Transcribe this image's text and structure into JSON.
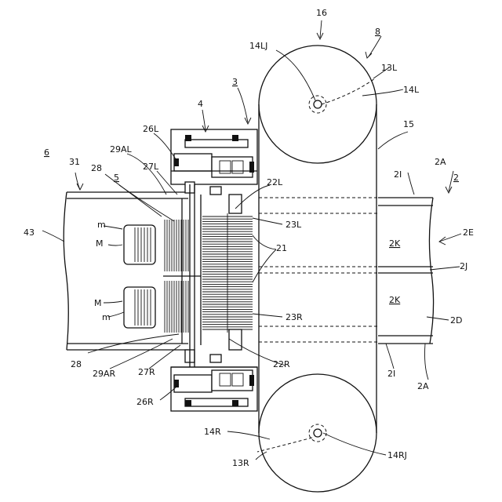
{
  "labels": {
    "l16": "16",
    "l8": "8",
    "l14LJ": "14LJ",
    "l13L": "13L",
    "l14L": "14L",
    "l3": "3",
    "l4": "4",
    "l15": "15",
    "l26L": "26L",
    "l29AL": "29AL",
    "l27L": "27L",
    "l6": "6",
    "l31": "31",
    "l28top": "28",
    "l5": "5",
    "l22L": "22L",
    "l2I_top": "2I",
    "l2A_top": "2A",
    "l2": "2",
    "l23L": "23L",
    "l43": "43",
    "lm_top": "m",
    "lM_top": "M",
    "l2K_top": "2K",
    "l2E": "2E",
    "l21": "21",
    "l2J": "2J",
    "lM_bot": "M",
    "lm_bot": "m",
    "l2K_bot": "2K",
    "l23R": "23R",
    "l2D": "2D",
    "l28bot": "28",
    "l29AR": "29AR",
    "l27R": "27R",
    "l22R": "22R",
    "l2I_bot": "2I",
    "l2A_bot": "2A",
    "l26R": "26R",
    "l14R": "14R",
    "l14RJ": "14RJ",
    "l13R": "13R"
  }
}
